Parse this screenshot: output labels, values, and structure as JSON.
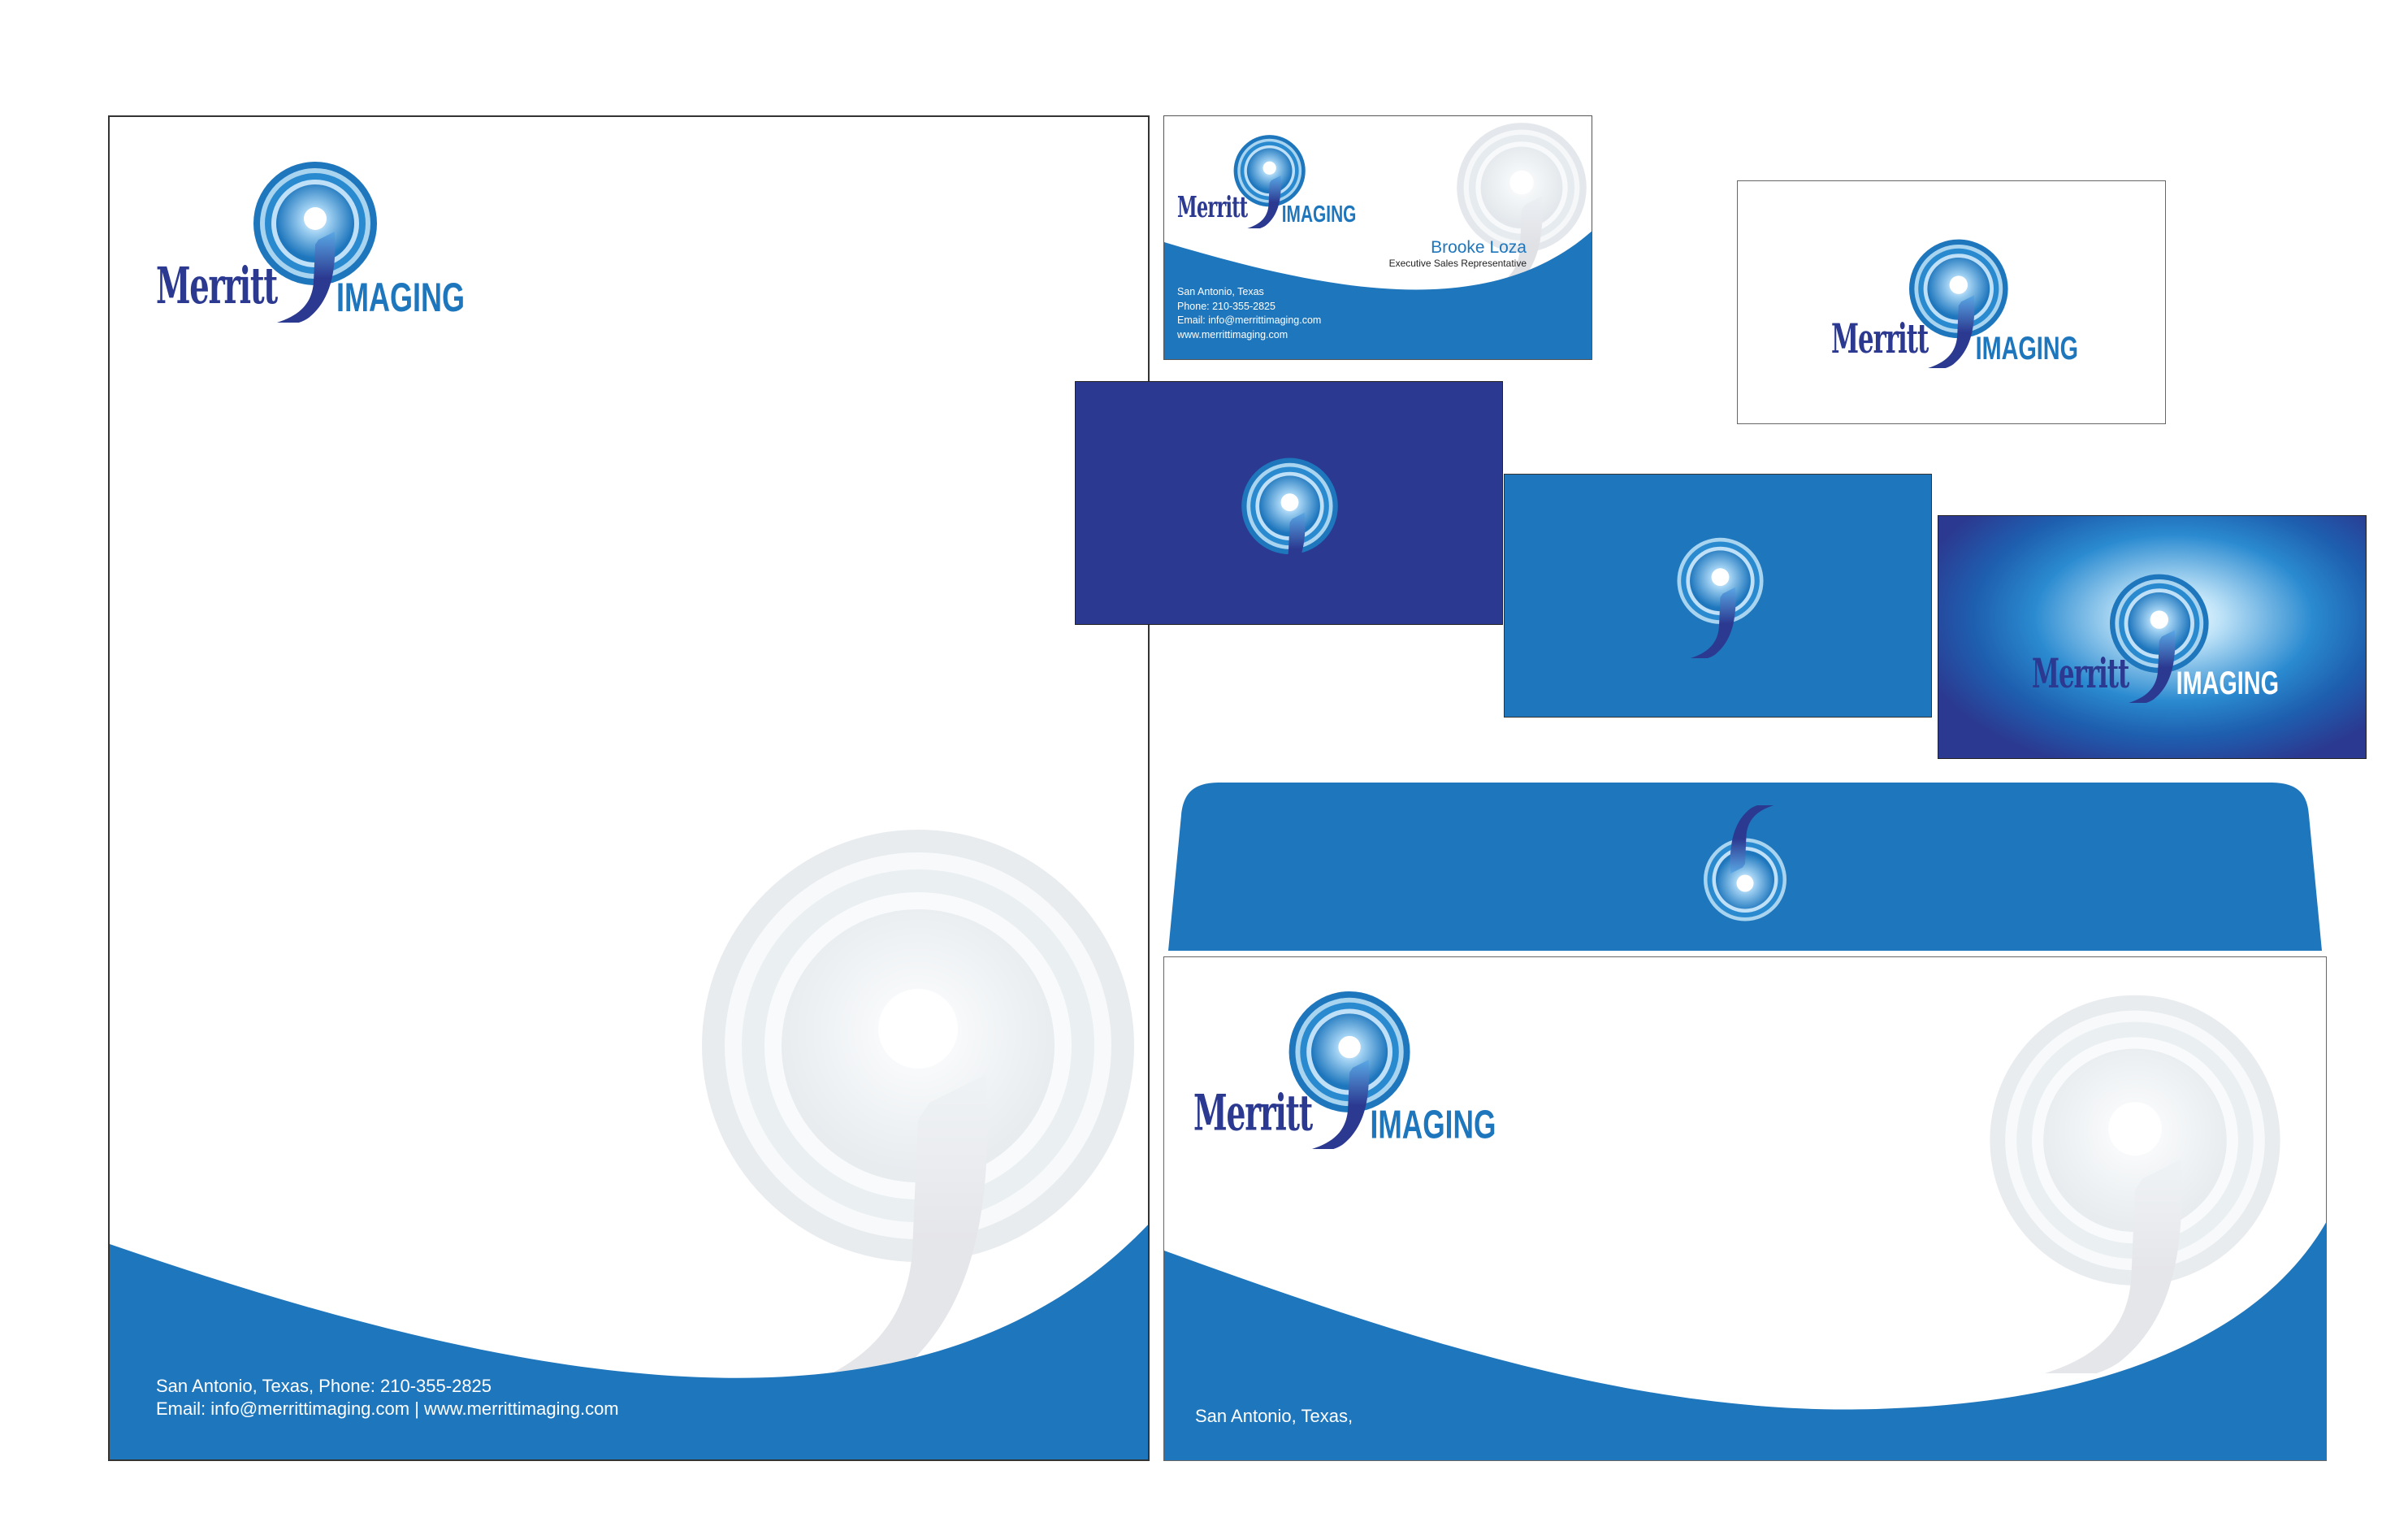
{
  "brand": {
    "name1": "Merritt",
    "name2": "IMAGING"
  },
  "colors": {
    "navy": "#2b3990",
    "blue": "#1e76bd",
    "light": "#a8d4f0"
  },
  "letterhead": {
    "footer_line1": "San Antonio, Texas,  Phone: 210-355-2825",
    "footer_line2": "Email: info@merrittimaging.com | www.merrittimaging.com"
  },
  "business_card": {
    "name": "Brooke Loza",
    "title": "Executive Sales Representative",
    "address": "San Antonio, Texas",
    "phone": "Phone: 210-355-2825",
    "email": "Email: info@merrittimaging.com",
    "website": "www.merrittimaging.com"
  },
  "envelope": {
    "address": "San Antonio, Texas,"
  }
}
